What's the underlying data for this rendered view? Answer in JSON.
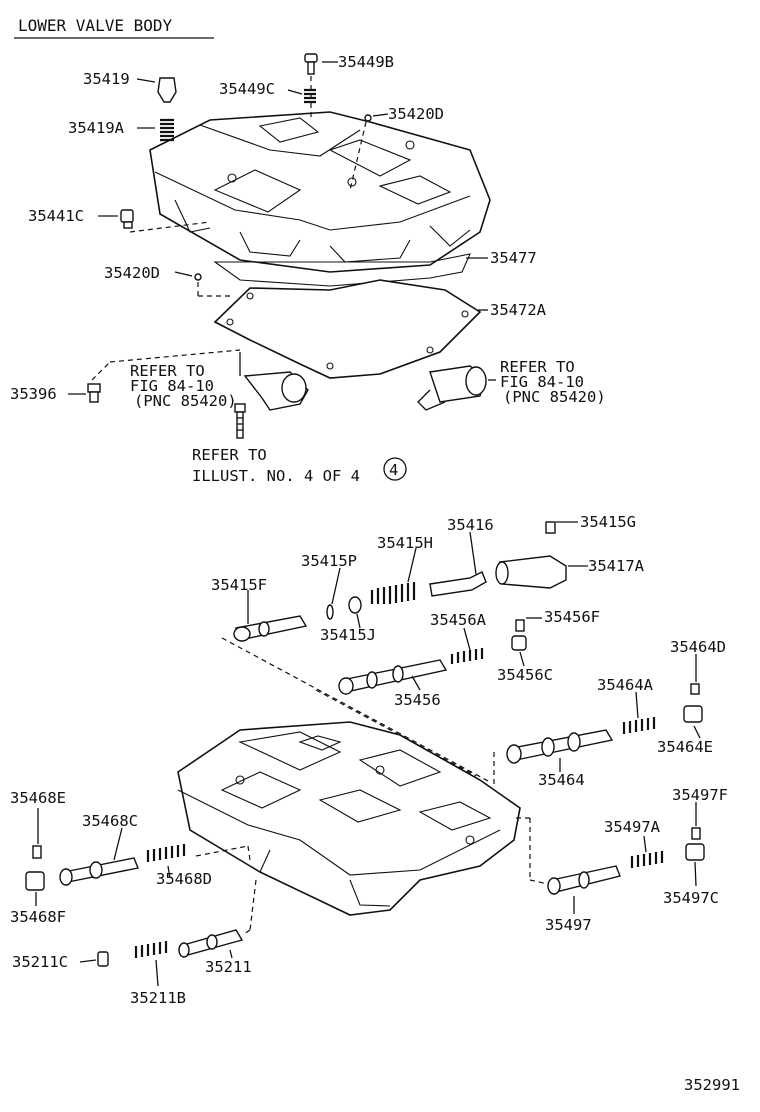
{
  "title": "LOWER VALVE BODY",
  "illustration_number": "352991",
  "circled_number": "4",
  "refer_fig_left": [
    "REFER TO",
    "FIG 84-10",
    "(PNC 85420)"
  ],
  "refer_fig_right": [
    "REFER TO",
    "FIG 84-10",
    "(PNC 85420)"
  ],
  "refer_illust": [
    "REFER TO",
    "ILLUST. NO. 4 OF 4"
  ],
  "labels": {
    "p35449B": "35449B",
    "p35419": "35419",
    "p35449C": "35449C",
    "p35420D_top": "35420D",
    "p35419A": "35419A",
    "p35441C": "35441C",
    "p35420D_mid": "35420D",
    "p35477": "35477",
    "p35472A": "35472A",
    "p35396": "35396",
    "p35415G": "35415G",
    "p35416": "35416",
    "p35415H": "35415H",
    "p35415P": "35415P",
    "p35417A": "35417A",
    "p35415F": "35415F",
    "p35415J": "35415J",
    "p35456A": "35456A",
    "p35456F": "35456F",
    "p35464D": "35464D",
    "p35456C": "35456C",
    "p35456": "35456",
    "p35464A": "35464A",
    "p35464E": "35464E",
    "p35464": "35464",
    "p35497F": "35497F",
    "p35468E": "35468E",
    "p35468C": "35468C",
    "p35497A": "35497A",
    "p35468D": "35468D",
    "p35497C": "35497C",
    "p35468F": "35468F",
    "p35497": "35497",
    "p35211C": "35211C",
    "p35211": "35211",
    "p35211B": "35211B"
  }
}
